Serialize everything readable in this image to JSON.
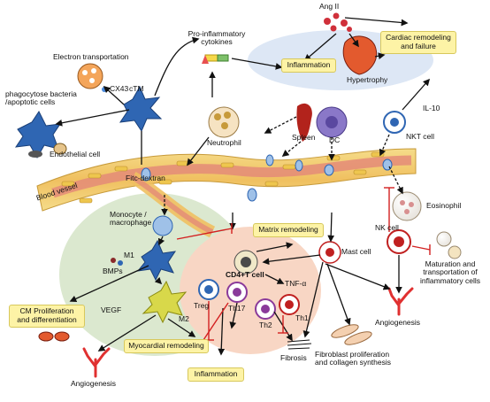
{
  "labels": {
    "ang2": "Ang II",
    "pro_inflammatory": "Pro-inflammatory",
    "cytokines": "cytokines",
    "electron_transportation": "Electron transportation",
    "cx43": "CX43",
    "ctm": "cTM",
    "phagocytose_1": "phagocytose bacteria",
    "phagocytose_2": "/apoptotic cells",
    "neutrophil": "Neutrophil",
    "spleen": "Spleen",
    "dc": "DC",
    "hypertrophy": "Hypertrophy",
    "il10": "IL-10",
    "nkt_cell": "NKT cell",
    "endothelial_cell": "Endothelial cell",
    "fitc_dextran": "Fitc-dextran",
    "blood_vessel": "Blood vessel",
    "eosinophil": "Eosinophil",
    "monocyte_1": "Monocyte /",
    "monocyte_2": "macrophage",
    "m1": "M1",
    "bmps": "BMPs",
    "vegf": "VEGF",
    "m2": "M2",
    "cd4_t_cell": "CD4+T cell",
    "tnf_alpha": "TNF-α",
    "treg": "Treg",
    "th17": "Th17",
    "th2": "Th2",
    "th1": "Th1",
    "mast_cell": "Mast cell",
    "nk_cell": "NK cell",
    "maturation_1": "Maturation and",
    "maturation_2": "transportation of",
    "maturation_3": "inflammatory cells",
    "angiogenesis_right": "Angiogenesis",
    "angiogenesis_left": "Angiogenesis",
    "fibrosis": "Fibrosis",
    "fibroblast_1": "Fibroblast proliferation",
    "fibroblast_2": "and collagen synthesis"
  },
  "boxes": {
    "inflammation_top": "Inflammation",
    "cardiac_remodeling_1": "Cardiac remodeling",
    "cardiac_remodeling_2": "and failure",
    "matrix_remodeling": "Matrix remodeling",
    "cm_proliferation_1": "CM Proliferation",
    "cm_proliferation_2": "and differentiation",
    "myocardial_remodeling": "Myocardial remodeling",
    "inflammation_bottom": "Inflammation"
  },
  "colors": {
    "box_fill": "#fdf3a6",
    "arrow": "#111111",
    "inhibition": "#d32020",
    "vessel_lumen": "#e89a86",
    "vessel_wall": "#f3d37a",
    "cell_blue": "#2f66b3",
    "macrophage_zone": "#dbe8cf",
    "tcell_zone": "#f7d6c6",
    "inflammation_ellipse": "#dde7f5"
  }
}
